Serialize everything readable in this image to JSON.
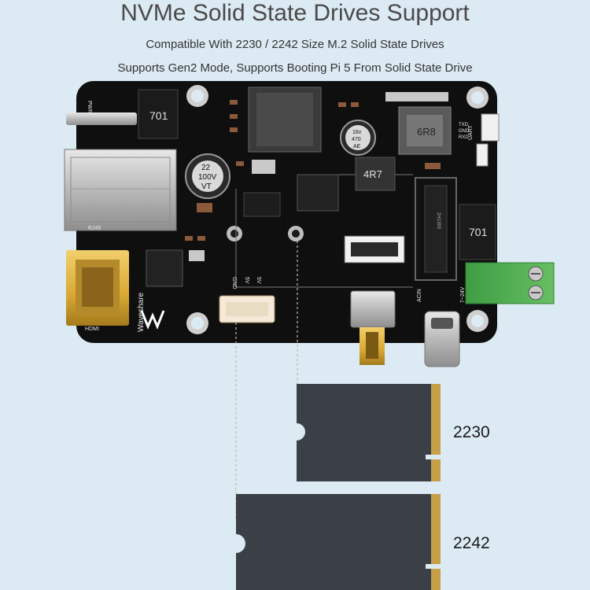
{
  "header": {
    "title": "NVMe Solid State Drives Support",
    "line1": "Compatible With 2230 / 2242 Size M.2 Solid State Drives",
    "line2": "Supports Gen2 Mode, Supports Booting Pi 5 From Solid State Drive"
  },
  "board": {
    "brand": "Waveshare",
    "pwr": "PWR",
    "rj45": "RJ45",
    "hdmi": "HDMI",
    "uart": "UART",
    "txd": "TXD",
    "gnd_uart": "GND",
    "rxd": "RXD",
    "acin": "ACIN",
    "vin": "7~24V",
    "gnd_hdr": "GND",
    "v5a": "5V",
    "v5b": "5V",
    "inductor1": "701",
    "inductor2": "6R8",
    "inductor3": "4R7",
    "inductor4": "701",
    "cap1_line1": "22",
    "cap1_line2": "100V",
    "cap1_line3": "VT",
    "cap2_line1": "16v",
    "cap2_line2": "470",
    "cap2_line3": "AE",
    "m2_slot_code": "2H1393"
  },
  "ssd": {
    "size_small": "2230",
    "size_large": "2242"
  },
  "colors": {
    "background": "#dceaf3",
    "pcb": "#0f0f0f",
    "ssd_body": "#3b3f46",
    "gold": "#c6a049",
    "terminal_green": "#4caf50"
  }
}
